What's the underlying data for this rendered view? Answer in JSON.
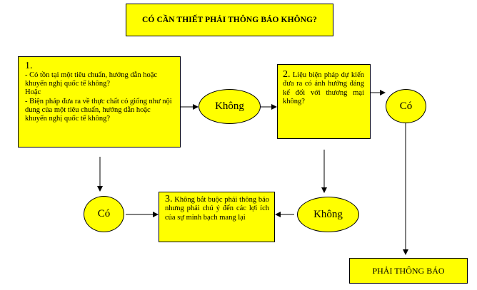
{
  "title": "CÓ CẦN THIẾT PHẢI THÔNG BÁO KHÔNG?",
  "box1": {
    "number": "1.",
    "lines": [
      "- Có tồn tại một tiêu chuẩn, hướng dẫn hoặc khuyến nghị quốc tế không?",
      "Hoặc",
      "- Biện pháp đưa ra về thực chất có giống như nội dung của một tiêu chuẩn, hướng dẫn hoặc khuyến nghị quốc tế không?"
    ]
  },
  "box2": {
    "number": "2.",
    "text": "Liệu biện pháp dự kiến đưa ra có ảnh hưởng đáng kể đối với thương mại không?"
  },
  "box3": {
    "number": "3.",
    "text": "Không bắt buộc phải thông báo nhưng phải chú ý đến các lợi ích của sự minh bạch mang lại"
  },
  "ellipses": {
    "khong_top": "Không",
    "co_right": "Có",
    "co_left": "Có",
    "khong_bottom": "Không"
  },
  "result": "PHẢI THÔNG BÁO",
  "colors": {
    "box_fill": "#ffff00",
    "border": "#000000"
  }
}
